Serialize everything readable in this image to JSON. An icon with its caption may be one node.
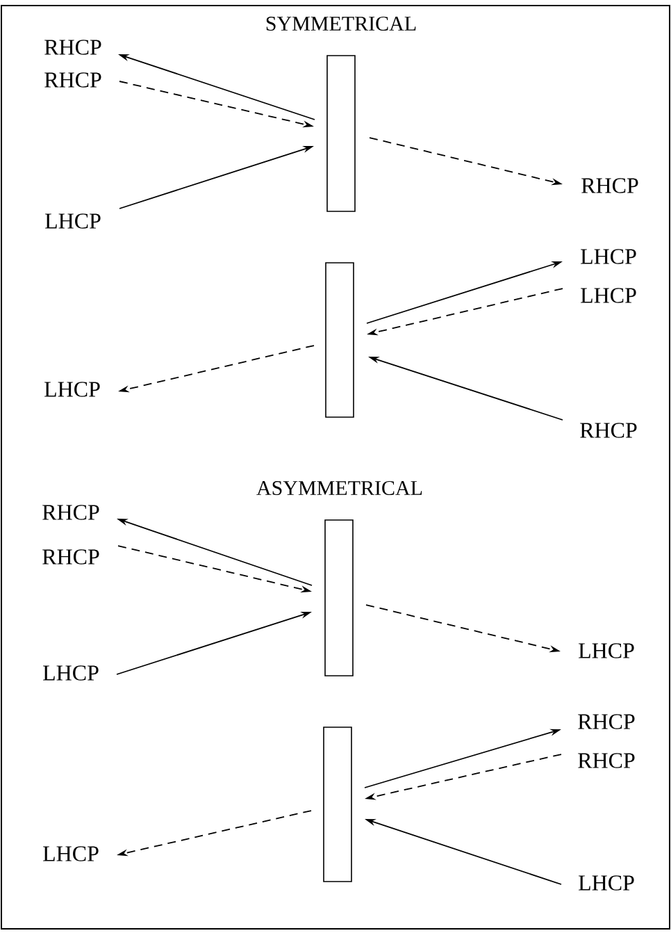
{
  "diagram": {
    "nodes": [
      {
        "text": [
          "RHCP"
        ]
      },
      {
        "text": [
          "RHCP"
        ]
      },
      {
        "text": [],
        "shape": "box"
      },
      {
        "text": [
          "RHCP"
        ]
      },
      {
        "text": [
          "LHCP"
        ]
      },
      {
        "text": [
          "LHCP"
        ]
      },
      {
        "text": [],
        "shape": "box"
      },
      {
        "text": [
          "LHCP"
        ]
      },
      {
        "text": [
          "LHCP"
        ]
      },
      {
        "text": [
          "RHCP"
        ]
      },
      {
        "text": [
          "RHCP"
        ]
      },
      {
        "text": [],
        "shape": "box"
      },
      {
        "text": [
          "RHCP"
        ]
      },
      {
        "text": [
          "LHCP"
        ]
      },
      {
        "text": [
          "LHCP"
        ]
      },
      {
        "text": [
          "RHCP"
        ]
      },
      {
        "text": [],
        "shape": "box"
      },
      {
        "text": [
          "RHCP"
        ]
      },
      {
        "text": [
          "LHCP"
        ]
      },
      {
        "text": [
          "LHCP"
        ]
      }
    ],
    "edges": [
      {
        "from": 2,
        "to": 0,
        "arrow": "to"
      },
      {
        "from": 1,
        "to": 2,
        "arrow": "to",
        "style": "dashed"
      },
      {
        "from": 4,
        "to": 2,
        "arrow": "to"
      },
      {
        "from": 2,
        "to": 3,
        "arrow": "to",
        "style": "dashed"
      },
      {
        "from": 6,
        "to": 5,
        "arrow": "to"
      },
      {
        "from": 7,
        "to": 6,
        "arrow": "to",
        "style": "dashed"
      },
      {
        "from": 6,
        "to": 8,
        "arrow": "to",
        "style": "dashed"
      },
      {
        "from": 9,
        "to": 6,
        "arrow": "to"
      },
      {
        "from": 11,
        "to": 10,
        "arrow": "to"
      },
      {
        "from": 12,
        "to": 11,
        "arrow": "to",
        "style": "dashed"
      },
      {
        "from": 14,
        "to": 11,
        "arrow": "to"
      },
      {
        "from": 11,
        "to": 13,
        "arrow": "to",
        "style": "dashed"
      },
      {
        "from": 16,
        "to": 15,
        "arrow": "to"
      },
      {
        "from": 17,
        "to": 16,
        "arrow": "to",
        "style": "dashed"
      },
      {
        "from": 16,
        "to": 18,
        "arrow": "to",
        "style": "dashed"
      },
      {
        "from": 19,
        "to": 16,
        "arrow": "to"
      }
    ],
    "labels": [
      "SYMMETRICAL",
      "ASYMMETRICAL"
    ]
  }
}
